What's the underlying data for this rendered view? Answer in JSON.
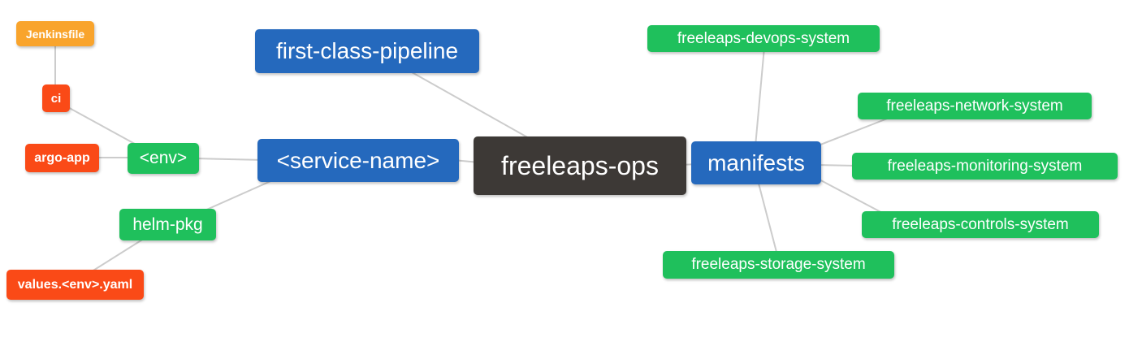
{
  "diagram": {
    "type": "mindmap",
    "root_label": "freeleaps-ops",
    "colors": {
      "root": "#3d3936",
      "branch_blue": "#2569bd",
      "leaf_green": "#1fc05c",
      "leaf_red": "#fa4a17",
      "leaf_orange": "#f9a42c",
      "edge": "#cccccc",
      "text": "#ffffff",
      "background": "#ffffff"
    },
    "nodes": [
      {
        "id": "freeleaps-ops",
        "label": "freeleaps-ops",
        "level": "root",
        "parent": null
      },
      {
        "id": "first-class-pipeline",
        "label": "first-class-pipeline",
        "level": "branch",
        "parent": "freeleaps-ops"
      },
      {
        "id": "service-name",
        "label": "<service-name>",
        "level": "branch",
        "parent": "freeleaps-ops"
      },
      {
        "id": "manifests",
        "label": "manifests",
        "level": "branch",
        "parent": "freeleaps-ops"
      },
      {
        "id": "env",
        "label": "<env>",
        "level": "leaf",
        "parent": "service-name"
      },
      {
        "id": "helm-pkg",
        "label": "helm-pkg",
        "level": "leaf",
        "parent": "service-name"
      },
      {
        "id": "ci",
        "label": "ci",
        "level": "leaf",
        "parent": "env"
      },
      {
        "id": "argo-app",
        "label": "argo-app",
        "level": "leaf",
        "parent": "env"
      },
      {
        "id": "jenkinsfile",
        "label": "Jenkinsfile",
        "level": "leaf",
        "parent": "ci"
      },
      {
        "id": "values-env-yaml",
        "label": "values.<env>.yaml",
        "level": "leaf",
        "parent": "helm-pkg"
      },
      {
        "id": "freeleaps-devops-system",
        "label": "freeleaps-devops-system",
        "level": "leaf",
        "parent": "manifests"
      },
      {
        "id": "freeleaps-network-system",
        "label": "freeleaps-network-system",
        "level": "leaf",
        "parent": "manifests"
      },
      {
        "id": "freeleaps-monitoring-system",
        "label": "freeleaps-monitoring-system",
        "level": "leaf",
        "parent": "manifests"
      },
      {
        "id": "freeleaps-controls-system",
        "label": "freeleaps-controls-system",
        "level": "leaf",
        "parent": "manifests"
      },
      {
        "id": "freeleaps-storage-system",
        "label": "freeleaps-storage-system",
        "level": "leaf",
        "parent": "manifests"
      }
    ],
    "edges": [
      [
        "jenkinsfile",
        "ci"
      ],
      [
        "ci",
        "env"
      ],
      [
        "argo-app",
        "env"
      ],
      [
        "env",
        "service-name"
      ],
      [
        "helm-pkg",
        "service-name"
      ],
      [
        "values-env-yaml",
        "helm-pkg"
      ],
      [
        "first-class-pipeline",
        "freeleaps-ops"
      ],
      [
        "service-name",
        "freeleaps-ops"
      ],
      [
        "freeleaps-ops",
        "manifests"
      ],
      [
        "manifests",
        "freeleaps-devops-system"
      ],
      [
        "manifests",
        "freeleaps-network-system"
      ],
      [
        "manifests",
        "freeleaps-monitoring-system"
      ],
      [
        "manifests",
        "freeleaps-controls-system"
      ],
      [
        "manifests",
        "freeleaps-storage-system"
      ]
    ]
  }
}
